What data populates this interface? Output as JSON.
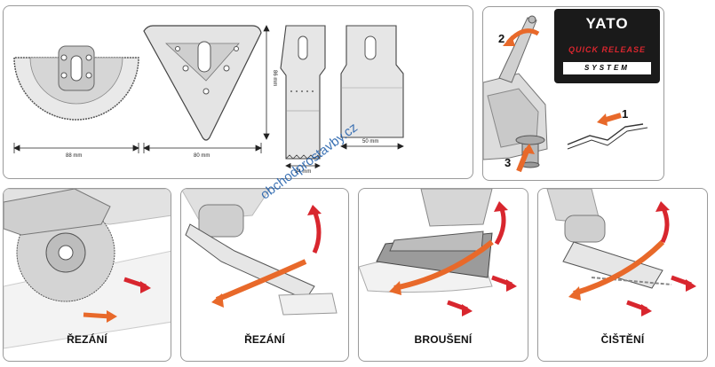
{
  "dimensions": {
    "blade1_width": "88 mm",
    "blade2_width": "80 mm",
    "blade2_height": "86 mm",
    "blade3_width": "34 mm",
    "blade4_width": "50 mm"
  },
  "logo": {
    "brand": "YATO",
    "line1": "QUICK RELEASE",
    "line2": "SYSTEM"
  },
  "steps": [
    "1",
    "2",
    "3"
  ],
  "captions": [
    "ŘEZÁNÍ",
    "ŘEZÁNÍ",
    "BROUŠENÍ",
    "ČIŠTĚNÍ"
  ],
  "watermark": "obchodprostavby.cz",
  "colors": {
    "arrow_orange": "#e8692a",
    "arrow_red": "#d8262e",
    "panel_border": "#9a9a9a"
  }
}
